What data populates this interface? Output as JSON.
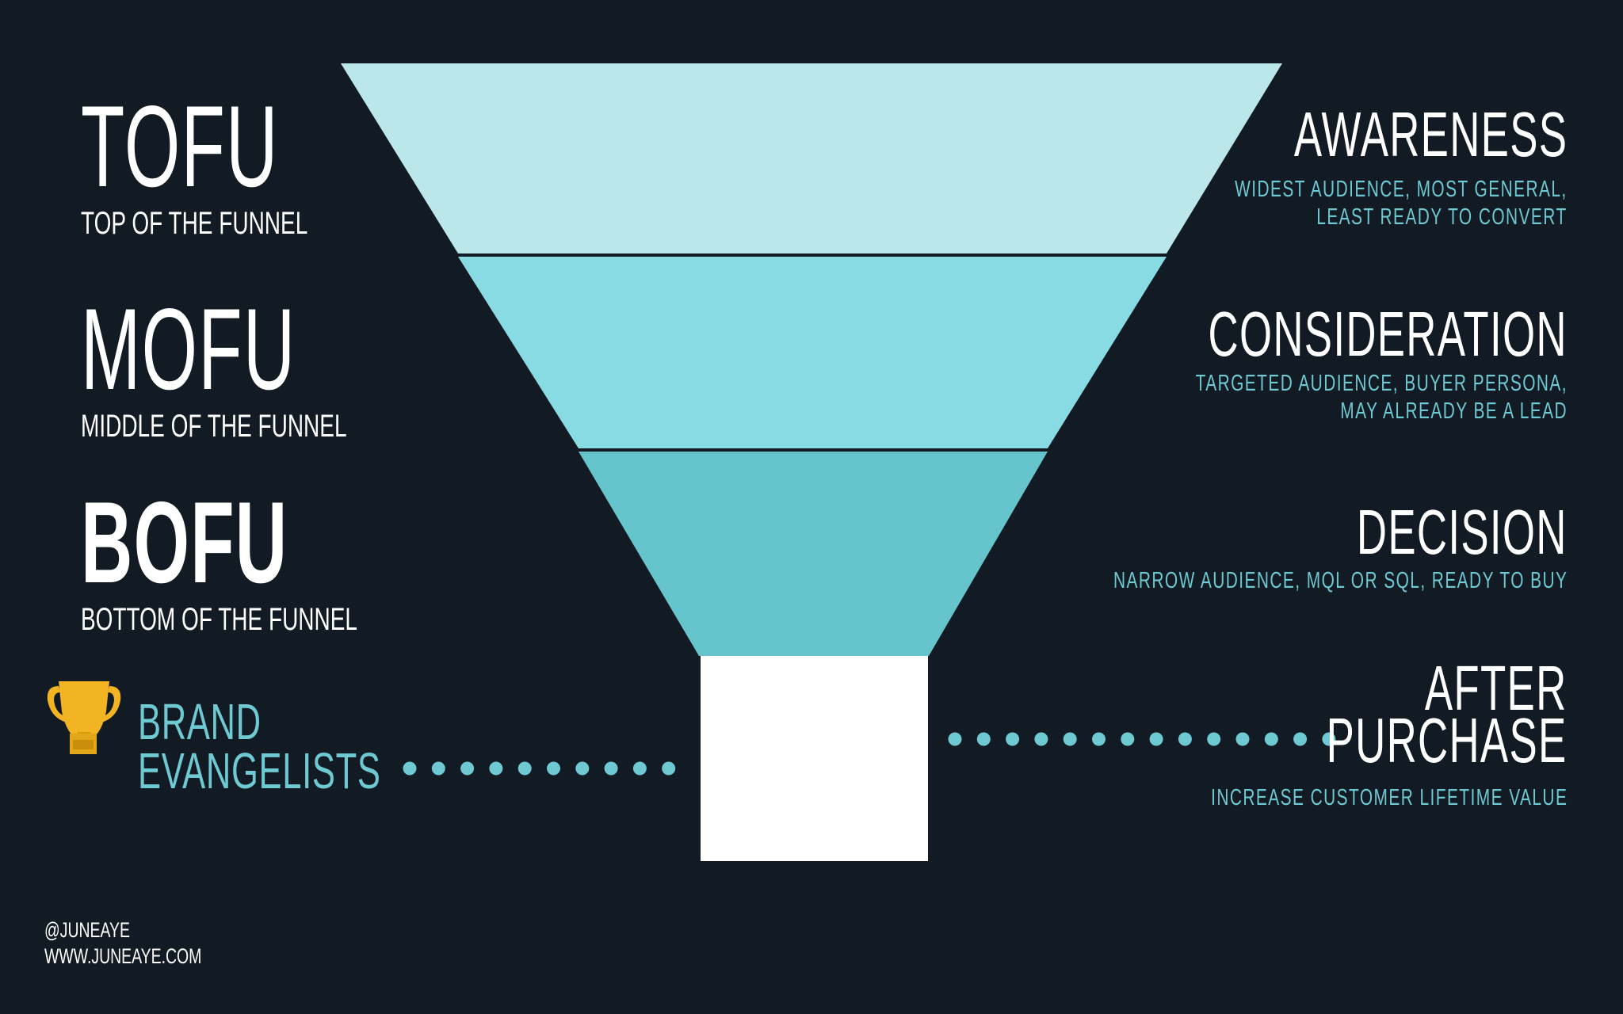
{
  "colors": {
    "background": "#121b24",
    "tofu": "#bce7ea",
    "mofu": "#88dae3",
    "bofu": "#66c4cc",
    "neck": "#ffffff",
    "accent": "#6ec9d2",
    "trophy": "#f2b423"
  },
  "stages_left": [
    {
      "code": "TOFU",
      "subtitle": "TOP OF THE FUNNEL"
    },
    {
      "code": "MOFU",
      "subtitle": "MIDDLE OF THE FUNNEL"
    },
    {
      "code": "BOFU",
      "subtitle": "BOTTOM OF THE FUNNEL"
    }
  ],
  "stages_right": [
    {
      "name": "AWARENESS",
      "desc_lines": [
        "WIDEST AUDIENCE, MOST GENERAL,",
        "LEAST READY TO CONVERT"
      ]
    },
    {
      "name": "CONSIDERATION",
      "desc_lines": [
        "TARGETED AUDIENCE, BUYER PERSONA,",
        "MAY ALREADY BE A LEAD"
      ]
    },
    {
      "name": "DECISION",
      "desc_lines": [
        "NARROW AUDIENCE, MQL OR SQL, READY TO BUY"
      ]
    }
  ],
  "after_purchase": {
    "name_lines": [
      "AFTER",
      "PURCHASE"
    ],
    "desc": "INCREASE CUSTOMER LIFETIME VALUE"
  },
  "brand_evangelists": {
    "lines": [
      "BRAND",
      "EVANGELISTS"
    ],
    "icon": "trophy-icon"
  },
  "footer": {
    "handle": "@JUNEAYE",
    "website": "WWW.JUNEAYE.COM"
  }
}
